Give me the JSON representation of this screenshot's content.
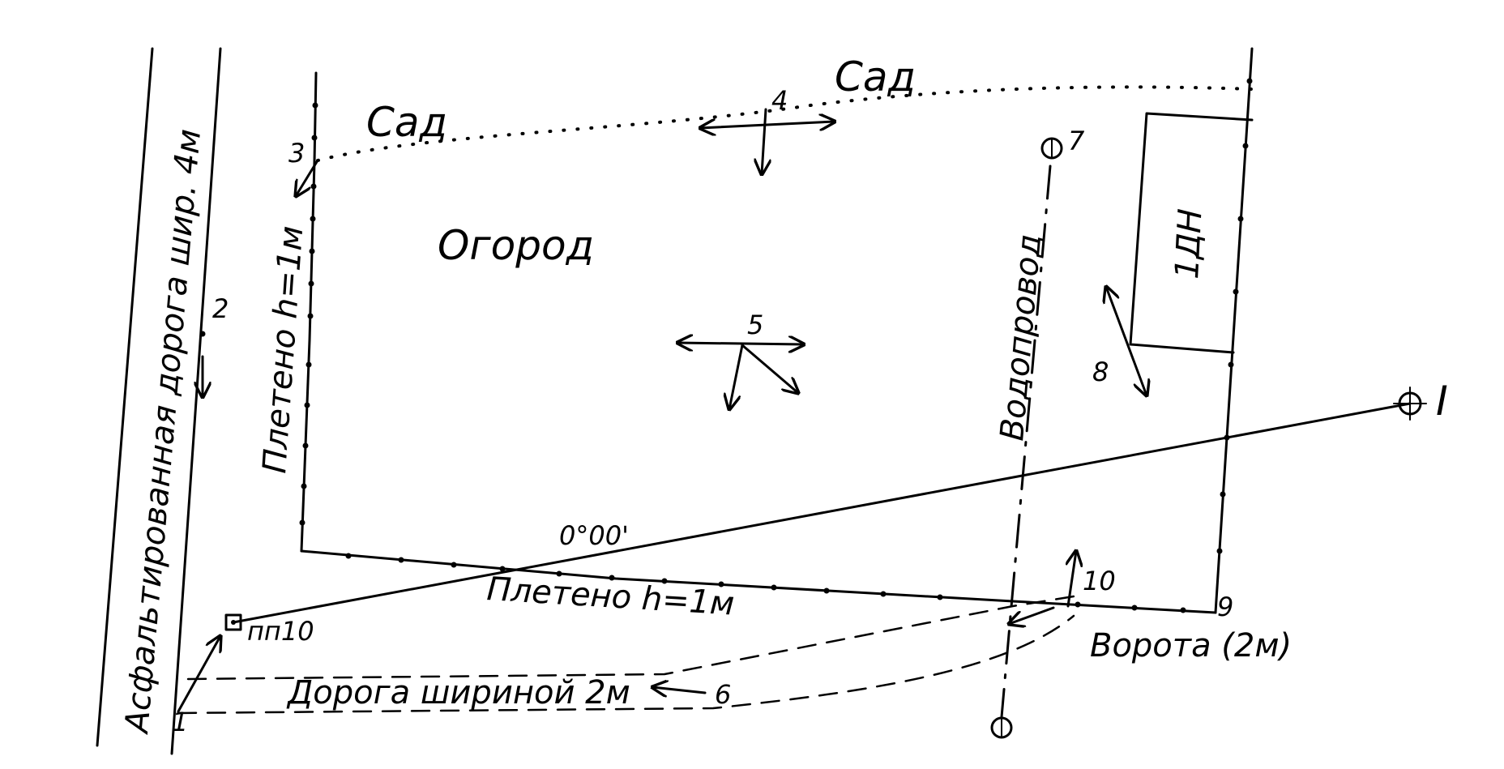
{
  "labels": {
    "road": "Асфальтированная дорога шир. 4м",
    "garden_left": "Сад",
    "garden_right": "Сад",
    "vegetable_garden": "Огород",
    "fence_left": "Плетено h=1м",
    "fence_bottom": "Плетено h=1м",
    "water_pipe": "Водопровод",
    "house": "1ДН",
    "gate": "Ворота (2м)",
    "lane": "Дорога шириной 2м",
    "station": "пп10",
    "bearing": "0°00'",
    "target": "I"
  },
  "points": {
    "p1": "1",
    "p2": "2",
    "p3": "3",
    "p4": "4",
    "p5": "5",
    "p6": "6",
    "p7": "7",
    "p8": "8",
    "p9": "9",
    "p10": "10"
  }
}
